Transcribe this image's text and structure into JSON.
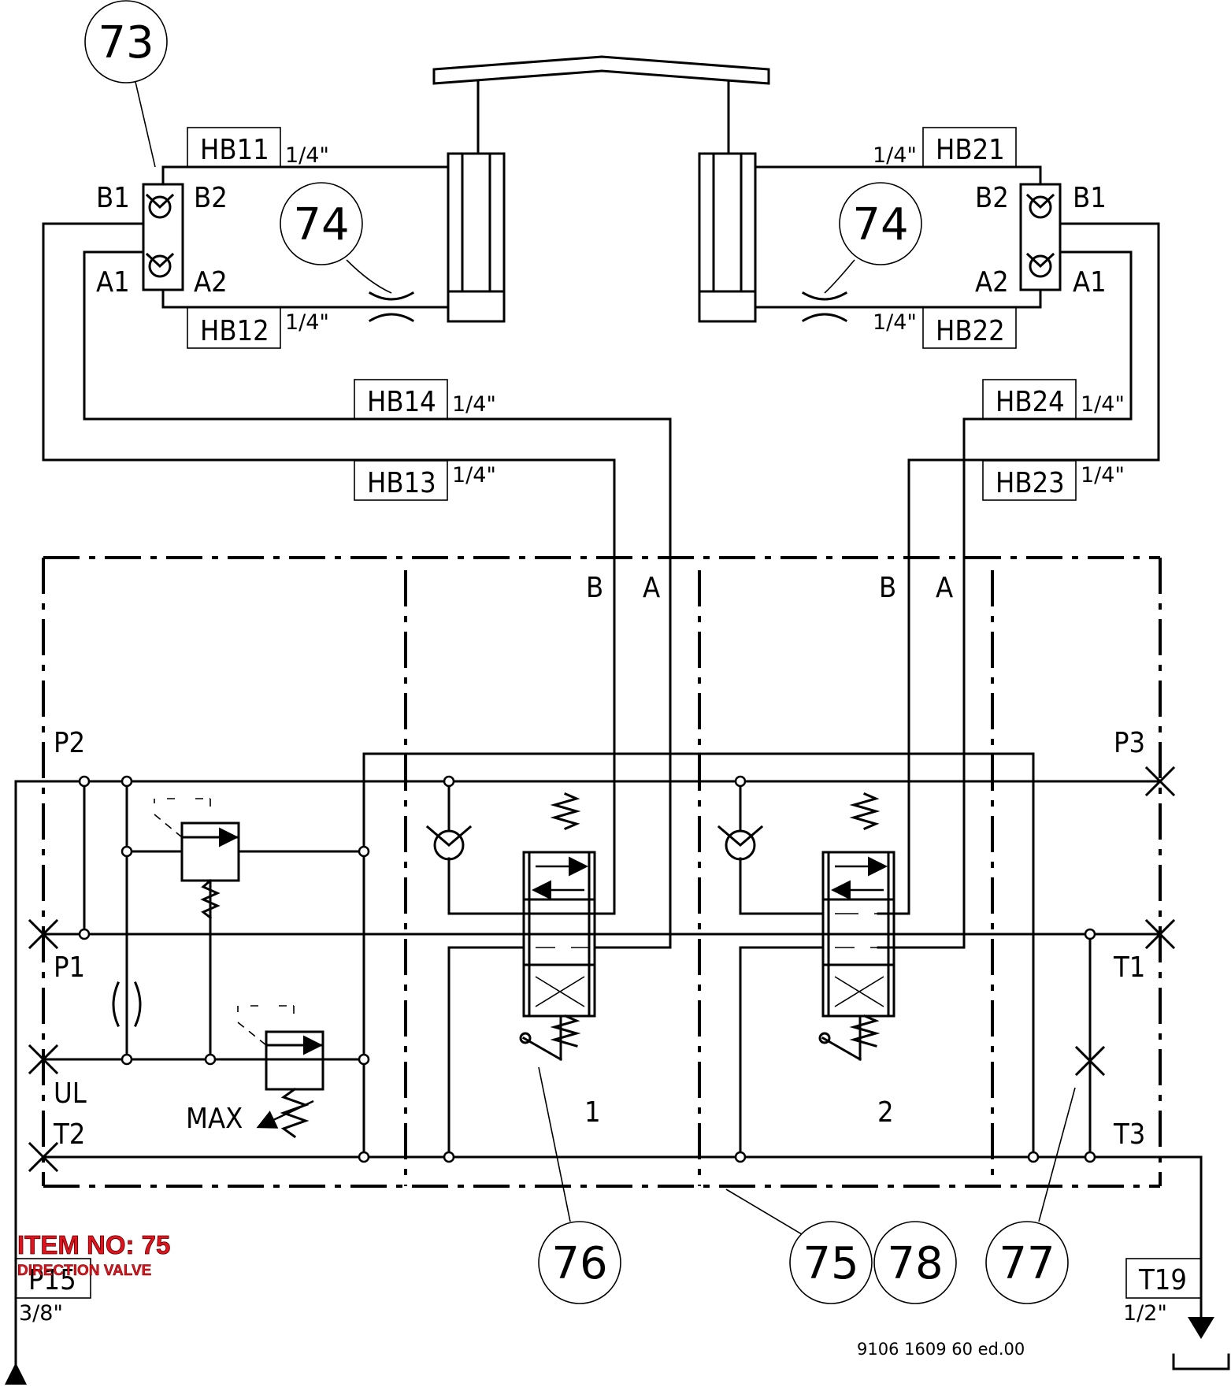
{
  "diagram": {
    "balloons": {
      "b73": "73",
      "b74_left": "74",
      "b74_right": "74",
      "b76": "76",
      "b75": "75",
      "b78": "78",
      "b77": "77"
    },
    "hoses": {
      "hb11": "HB11",
      "hb12": "HB12",
      "hb21": "HB21",
      "hb22": "HB22",
      "hb13": "HB13",
      "hb14": "HB14",
      "hb23": "HB23",
      "hb24": "HB24",
      "p15": "P15",
      "t19": "T19"
    },
    "sizes": {
      "quarter": "1/4\"",
      "three_eighths": "3/8\"",
      "half": "1/2\""
    },
    "check_valve_ports": {
      "a1": "A1",
      "a2": "A2",
      "b1": "B1",
      "b2": "B2"
    },
    "ports": {
      "p1": "P1",
      "p2": "P2",
      "p3": "P3",
      "t1": "T1",
      "t2": "T2",
      "t3": "T3",
      "ul": "UL",
      "max": "MAX",
      "a": "A",
      "b": "B"
    },
    "sections": {
      "s1": "1",
      "s2": "2"
    },
    "item": {
      "title": "ITEM NO: 75",
      "subtitle": "DIRECTION VALVE"
    },
    "reference": "9106 1609 60 ed.00"
  }
}
